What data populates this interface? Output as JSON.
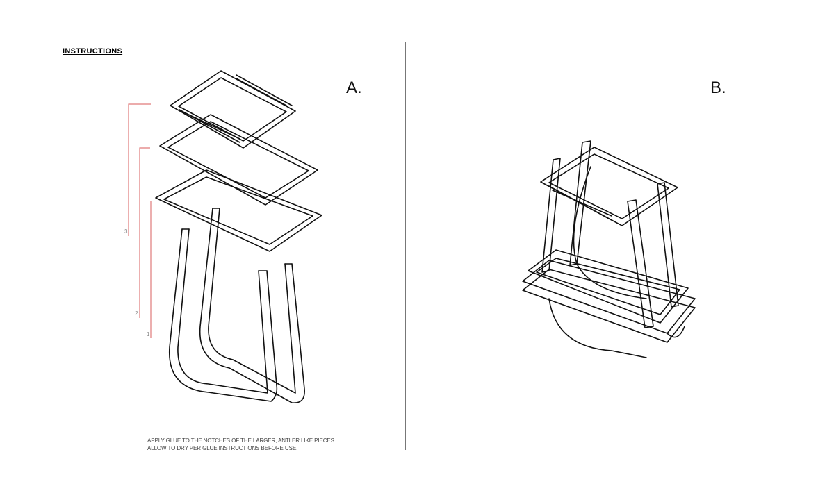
{
  "header": {
    "title": "INSTRUCTIONS"
  },
  "panels": [
    {
      "label": "A.",
      "steps": [
        "3",
        "2",
        "1"
      ],
      "note_lines": [
        "APPLY GLUE TO THE NOTCHES OF THE LARGER, ANTLER LIKE PIECES.",
        "ALLOW TO DRY PER GLUE INSTRUCTIONS BEFORE USE."
      ]
    },
    {
      "label": "B."
    }
  ],
  "colors": {
    "bracket": "#e07a7a",
    "line": "#111111"
  }
}
